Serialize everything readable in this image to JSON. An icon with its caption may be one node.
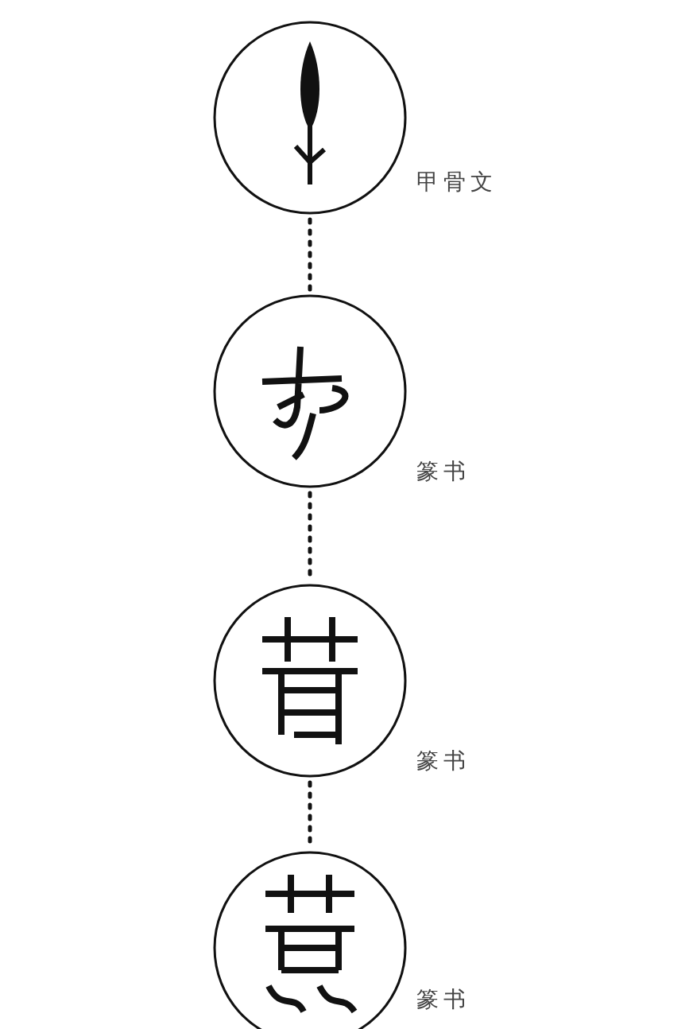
{
  "diagram": {
    "nodes": [
      {
        "text": [],
        "shape": "circle",
        "beside": [
          "甲骨文"
        ]
      },
      {
        "text": [],
        "shape": "circle",
        "beside": [
          "篆书"
        ]
      },
      {
        "text": [],
        "shape": "circle",
        "beside": [
          "篆书"
        ]
      },
      {
        "text": [],
        "shape": "circle",
        "beside": [
          "篆书"
        ]
      }
    ],
    "edges": [
      {
        "from": 0,
        "to": 1,
        "arrow": "none",
        "style": "dashed"
      },
      {
        "from": 1,
        "to": 2,
        "arrow": "none",
        "style": "dashed"
      },
      {
        "from": 2,
        "to": 3,
        "arrow": "none",
        "style": "dashed"
      }
    ]
  }
}
